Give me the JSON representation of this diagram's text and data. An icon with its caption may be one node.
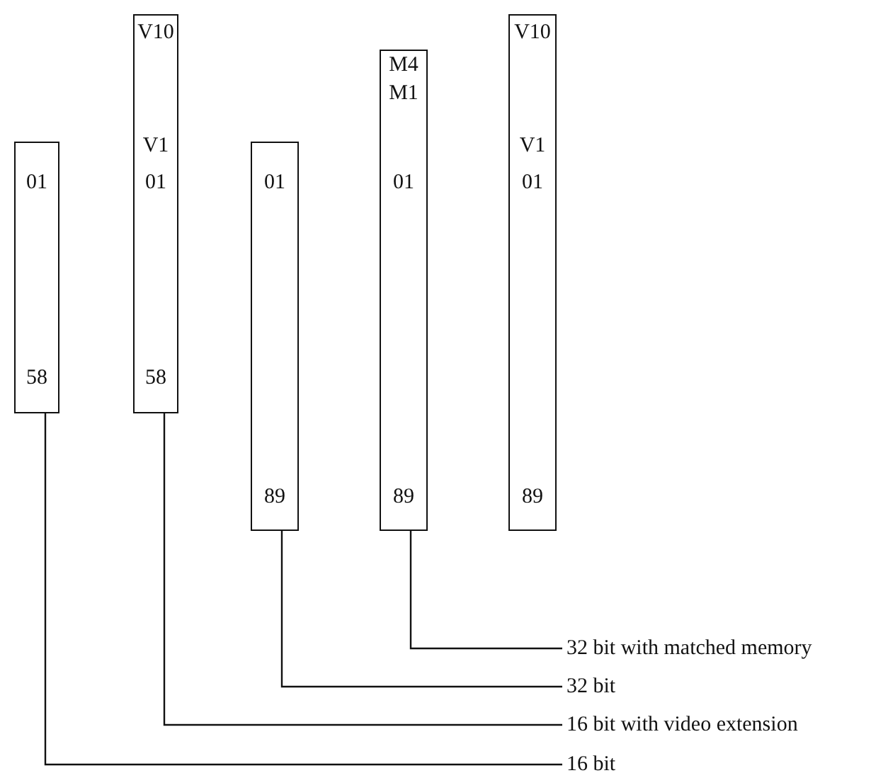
{
  "diagram": {
    "nodes": [
      {
        "text": [
          "01",
          "58"
        ]
      },
      {
        "text": [
          "V10",
          "V1",
          "01",
          "58"
        ]
      },
      {
        "text": [
          "01",
          "89"
        ]
      },
      {
        "text": [
          "M4",
          "M1",
          "01",
          "89"
        ]
      },
      {
        "text": [
          "V10",
          "V1",
          "01",
          "89"
        ]
      },
      {
        "text": [
          "32 bit with matched memory"
        ]
      },
      {
        "text": [
          "32 bit"
        ]
      },
      {
        "text": [
          "16 bit with video extension"
        ]
      },
      {
        "text": [
          "16 bit"
        ]
      }
    ],
    "edges": [
      {
        "from": 5,
        "to": 3,
        "arrow": "none"
      },
      {
        "from": 6,
        "to": 2,
        "arrow": "none"
      },
      {
        "from": 7,
        "to": 1,
        "arrow": "none"
      },
      {
        "from": 8,
        "to": 0,
        "arrow": "none"
      }
    ]
  }
}
